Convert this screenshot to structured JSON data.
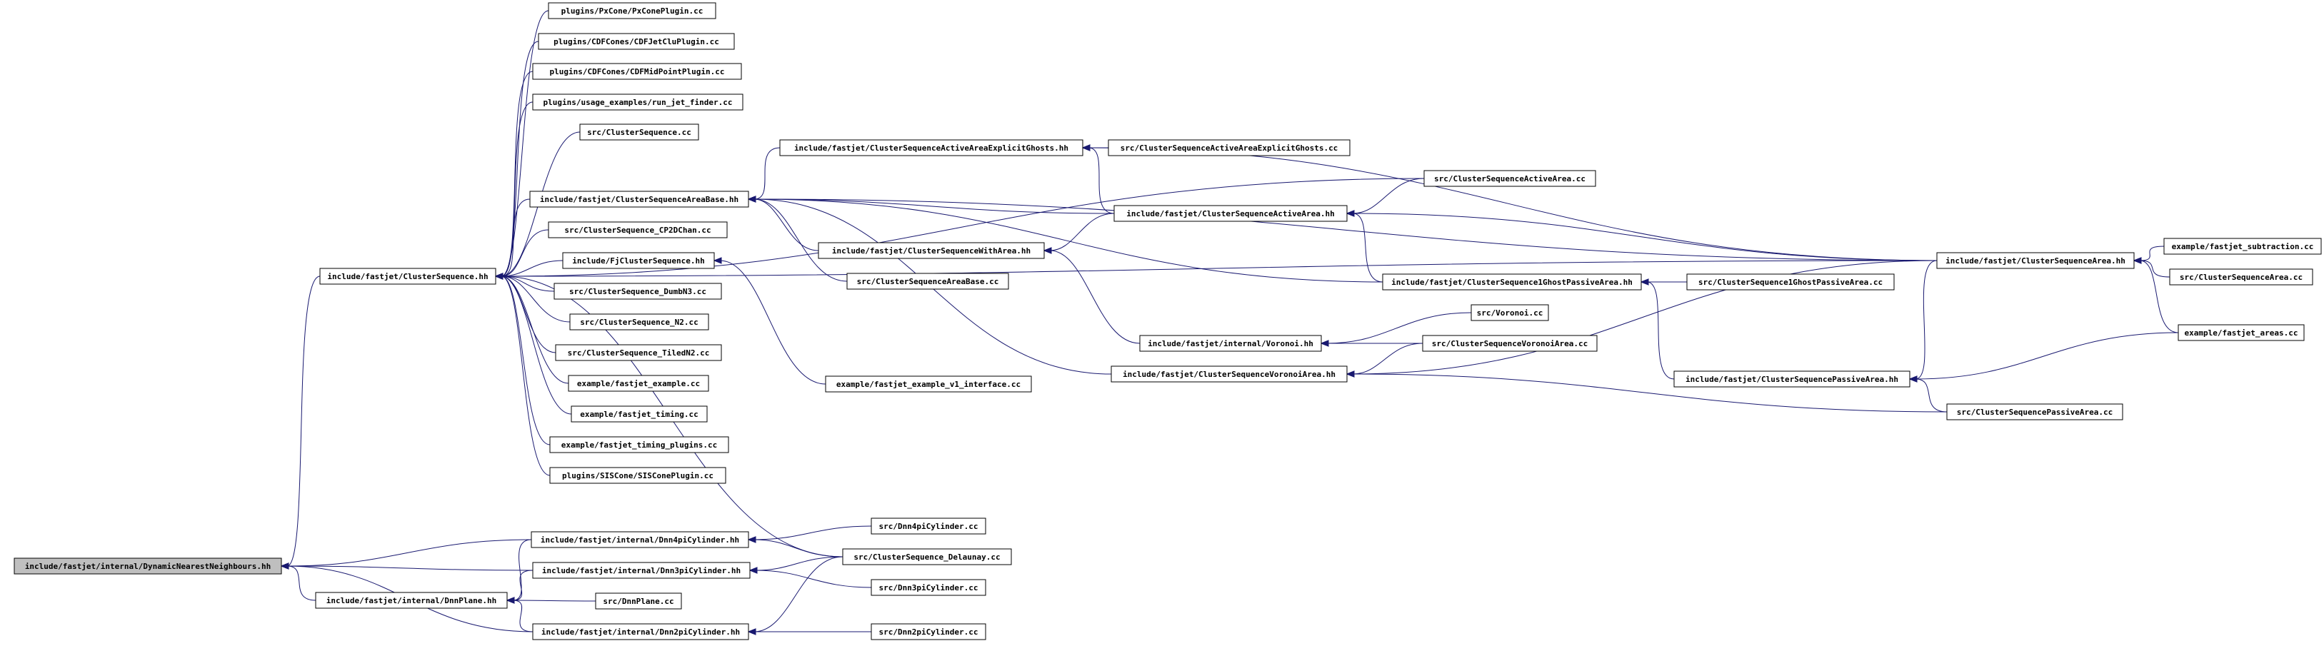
{
  "colors": {
    "edge": "#191970",
    "node_fill": "#ffffff",
    "root_fill": "#bfbfbf",
    "node_border": "#000000"
  },
  "nodes": {
    "root": "include/fastjet/internal/DynamicNearestNeighbours.hh",
    "cs_hh": "include/fastjet/ClusterSequence.hh",
    "dnnplane_hh": "include/fastjet/internal/DnnPlane.hh",
    "dnn4pi_hh": "include/fastjet/internal/Dnn4piCylinder.hh",
    "dnn3pi_hh": "include/fastjet/internal/Dnn3piCylinder.hh",
    "dnn2pi_hh": "include/fastjet/internal/Dnn2piCylinder.hh",
    "pxcone": "plugins/PxCone/PxConePlugin.cc",
    "cdfjetclu": "plugins/CDFCones/CDFJetCluPlugin.cc",
    "cdfmidpoint": "plugins/CDFCones/CDFMidPointPlugin.cc",
    "runjetfinder": "plugins/usage_examples/run_jet_finder.cc",
    "cs_cc": "src/ClusterSequence.cc",
    "csab_hh": "include/fastjet/ClusterSequenceAreaBase.hh",
    "cs_cp2d": "src/ClusterSequence_CP2DChan.cc",
    "fjcs_hh": "include/FjClusterSequence.hh",
    "cs_dumbn3": "src/ClusterSequence_DumbN3.cc",
    "cs_n2": "src/ClusterSequence_N2.cc",
    "cs_tiledn2": "src/ClusterSequence_TiledN2.cc",
    "ex_fj": "example/fastjet_example.cc",
    "ex_timing": "example/fastjet_timing.cc",
    "ex_timing_plugins": "example/fastjet_timing_plugins.cc",
    "siscone": "plugins/SISCone/SISConePlugin.cc",
    "csaaeg_hh": "include/fastjet/ClusterSequenceActiveAreaExplicitGhosts.hh",
    "cswa_hh": "include/fastjet/ClusterSequenceWithArea.hh",
    "csab_cc": "src/ClusterSequenceAreaBase.cc",
    "ex_v1": "example/fastjet_example_v1_interface.cc",
    "csaaeg_cc": "src/ClusterSequenceActiveAreaExplicitGhosts.cc",
    "csaa_hh": "include/fastjet/ClusterSequenceActiveArea.hh",
    "voronoi_hh": "include/fastjet/internal/Voronoi.hh",
    "csva_hh": "include/fastjet/ClusterSequenceVoronoiArea.hh",
    "csaa_cc": "src/ClusterSequenceActiveArea.cc",
    "cs1gpa_hh": "include/fastjet/ClusterSequence1GhostPassiveArea.hh",
    "voronoi_cc": "src/Voronoi.cc",
    "csva_cc": "src/ClusterSequenceVoronoiArea.cc",
    "cs1gpa_cc": "src/ClusterSequence1GhostPassiveArea.cc",
    "cspa_hh": "include/fastjet/ClusterSequencePassiveArea.hh",
    "csarea_hh": "include/fastjet/ClusterSequenceArea.hh",
    "cspa_cc": "src/ClusterSequencePassiveArea.cc",
    "ex_sub": "example/fastjet_subtraction.cc",
    "csarea_cc": "src/ClusterSequenceArea.cc",
    "ex_areas": "example/fastjet_areas.cc",
    "dnn4pi_cc": "src/Dnn4piCylinder.cc",
    "cs_delaunay": "src/ClusterSequence_Delaunay.cc",
    "dnn3pi_cc": "src/Dnn3piCylinder.cc",
    "dnnplane_cc": "src/DnnPlane.cc",
    "dnn2pi_cc": "src/Dnn2piCylinder.cc"
  },
  "edges": [
    [
      "cs_hh",
      "root"
    ],
    [
      "dnnplane_hh",
      "root"
    ],
    [
      "dnn4pi_hh",
      "root"
    ],
    [
      "dnn3pi_hh",
      "root"
    ],
    [
      "dnn2pi_hh",
      "root"
    ],
    [
      "pxcone",
      "cs_hh"
    ],
    [
      "cdfjetclu",
      "cs_hh"
    ],
    [
      "cdfmidpoint",
      "cs_hh"
    ],
    [
      "runjetfinder",
      "cs_hh"
    ],
    [
      "cs_cc",
      "cs_hh"
    ],
    [
      "csab_hh",
      "cs_hh"
    ],
    [
      "cs_cp2d",
      "cs_hh"
    ],
    [
      "fjcs_hh",
      "cs_hh"
    ],
    [
      "cs_dumbn3",
      "cs_hh"
    ],
    [
      "cs_n2",
      "cs_hh"
    ],
    [
      "cs_tiledn2",
      "cs_hh"
    ],
    [
      "ex_fj",
      "cs_hh"
    ],
    [
      "ex_timing",
      "cs_hh"
    ],
    [
      "ex_timing_plugins",
      "cs_hh"
    ],
    [
      "siscone",
      "cs_hh"
    ],
    [
      "csaa_cc",
      "cs_hh"
    ],
    [
      "csarea_hh",
      "cs_hh"
    ],
    [
      "cs_delaunay",
      "cs_hh"
    ],
    [
      "csaaeg_hh",
      "csab_hh"
    ],
    [
      "cswa_hh",
      "csab_hh"
    ],
    [
      "csab_cc",
      "csab_hh"
    ],
    [
      "csaa_hh",
      "csab_hh"
    ],
    [
      "cs1gpa_hh",
      "csab_hh"
    ],
    [
      "csva_hh",
      "csab_hh"
    ],
    [
      "csarea_hh",
      "csab_hh"
    ],
    [
      "ex_v1",
      "fjcs_hh"
    ],
    [
      "csaaeg_cc",
      "csaaeg_hh"
    ],
    [
      "csaa_hh",
      "csaaeg_hh"
    ],
    [
      "csarea_hh",
      "csaaeg_hh"
    ],
    [
      "csaa_hh",
      "cswa_hh"
    ],
    [
      "voronoi_hh",
      "cswa_hh"
    ],
    [
      "csaa_cc",
      "csaa_hh"
    ],
    [
      "cs1gpa_hh",
      "csaa_hh"
    ],
    [
      "csarea_hh",
      "csaa_hh"
    ],
    [
      "voronoi_cc",
      "voronoi_hh"
    ],
    [
      "csva_cc",
      "voronoi_hh"
    ],
    [
      "csva_cc",
      "csva_hh"
    ],
    [
      "csarea_hh",
      "csva_hh"
    ],
    [
      "cspa_cc",
      "csva_hh"
    ],
    [
      "cs1gpa_cc",
      "cs1gpa_hh"
    ],
    [
      "cspa_hh",
      "cs1gpa_hh"
    ],
    [
      "csarea_hh",
      "cspa_hh"
    ],
    [
      "cspa_cc",
      "cspa_hh"
    ],
    [
      "ex_areas",
      "cspa_hh"
    ],
    [
      "ex_sub",
      "csarea_hh"
    ],
    [
      "csarea_cc",
      "csarea_hh"
    ],
    [
      "ex_areas",
      "csarea_hh"
    ],
    [
      "dnn4pi_cc",
      "dnn4pi_hh"
    ],
    [
      "cs_delaunay",
      "dnn4pi_hh"
    ],
    [
      "cs_delaunay",
      "dnn3pi_hh"
    ],
    [
      "dnn3pi_cc",
      "dnn3pi_hh"
    ],
    [
      "dnn3pi_hh",
      "dnnplane_hh"
    ],
    [
      "dnn4pi_hh",
      "dnnplane_hh"
    ],
    [
      "dnn2pi_hh",
      "dnnplane_hh"
    ],
    [
      "dnnplane_cc",
      "dnnplane_hh"
    ],
    [
      "cs_delaunay",
      "dnn2pi_hh"
    ],
    [
      "dnn2pi_cc",
      "dnn2pi_hh"
    ]
  ]
}
